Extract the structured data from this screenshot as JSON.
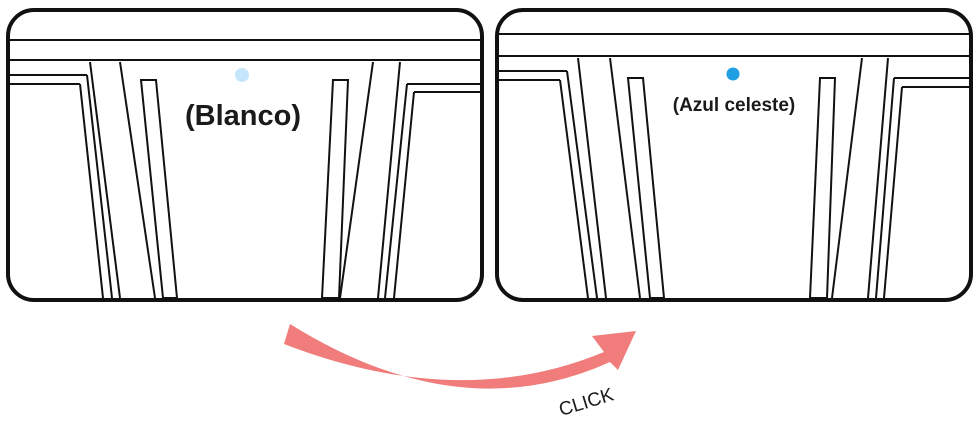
{
  "panels": [
    {
      "label": "(Blanco)",
      "indicator_color": "#c6e6fb",
      "indicator_state": "white"
    },
    {
      "label": "(Azul celeste)",
      "indicator_color": "#1f9ee3",
      "indicator_state": "sky-blue"
    }
  ],
  "arrow": {
    "text": "CLICK",
    "color": "#f07c7c"
  }
}
